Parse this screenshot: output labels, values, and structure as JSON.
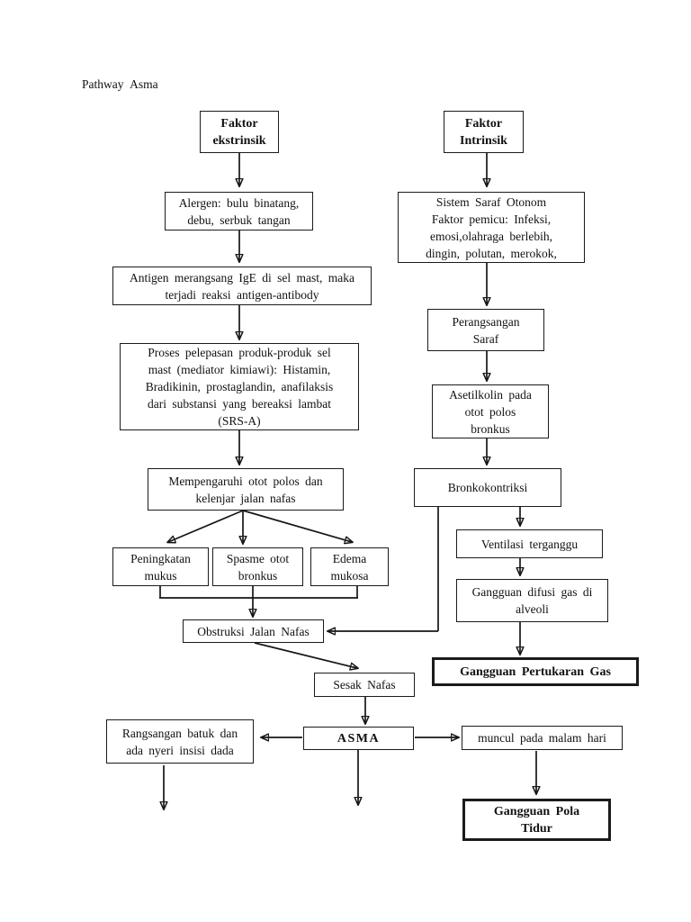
{
  "page": {
    "title": "Pathway Asma"
  },
  "colors": {
    "ink": "#111111",
    "border": "#1b1b1b",
    "background": "#ffffff"
  },
  "nodes": {
    "faktor_ekstrinsik": "Faktor\nekstrinsik",
    "faktor_intrinsik": "Faktor\nIntrinsik",
    "alergen": "Alergen: bulu binatang,\ndebu, serbuk tangan",
    "sistem_saraf": "Sistem Saraf Otonom\nFaktor pemicu: Infeksi,\nemosi,olahraga berlebih,\ndingin, polutan, merokok,",
    "antigen": "Antigen merangsang IgE di sel mast, maka\nterjadi reaksi antigen-antibody",
    "proses_pelepasan": "Proses pelepasan produk-produk sel\nmast (mediator kimiawi): Histamin,\nBradikinin, prostaglandin, anafilaksis\ndari substansi yang bereaksi lambat\n(SRS-A)",
    "perangsangan_saraf": "Perangsangan\nSaraf",
    "asetilkolin": "Asetilkolin pada\notot polos\nbronkus",
    "bronkokontriksi": "Bronkokontriksi",
    "mempengaruhi": "Mempengaruhi otot polos dan\nkelenjar jalan nafas",
    "peningkatan_mukus": "Peningkatan\nmukus",
    "spasme_otot": "Spasme otot\nbronkus",
    "edema_mukosa": "Edema\nmukosa",
    "ventilasi_terganggu": "Ventilasi terganggu",
    "gangguan_difusi": "Gangguan difusi gas di\nalveoli",
    "gangguan_pertukaran_gas": "Gangguan Pertukaran Gas",
    "obstruksi": "Obstruksi Jalan Nafas",
    "sesak_nafas": "Sesak Nafas",
    "rangsangan_batuk": "Rangsangan batuk dan\nada nyeri insisi dada",
    "asma": "ASMA",
    "muncul_malam": "muncul pada malam hari",
    "gangguan_pola_tidur": "Gangguan Pola\nTidur"
  }
}
